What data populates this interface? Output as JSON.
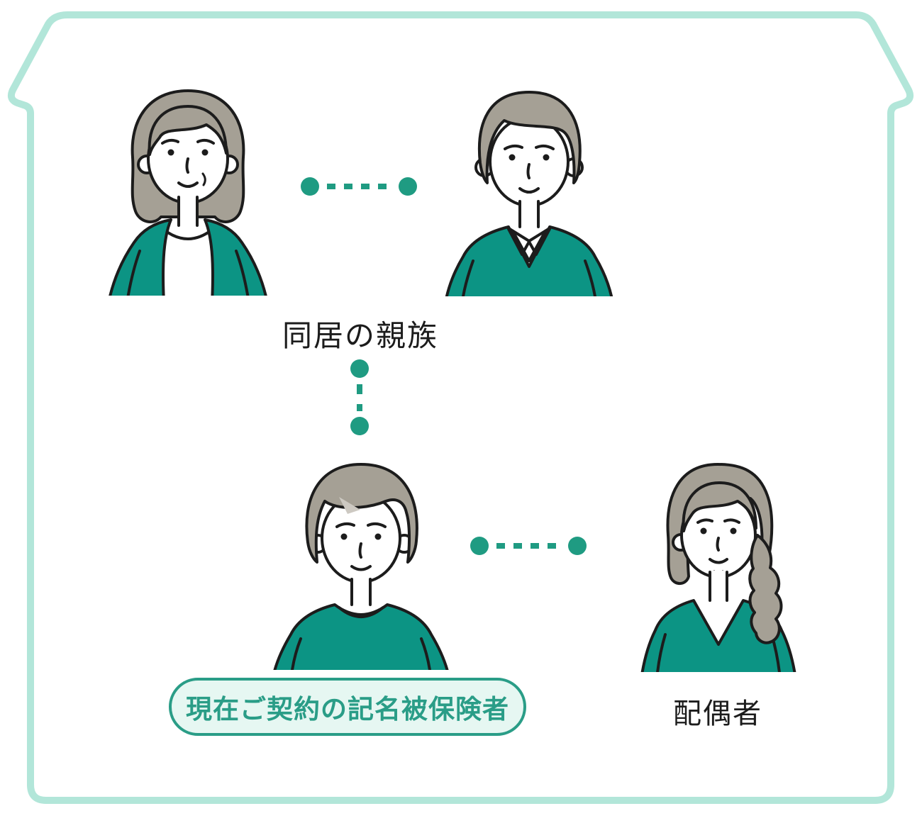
{
  "illustration": {
    "household_label": "同居の親族",
    "insured_label": "現在ご契約の記名被保険者",
    "spouse_label": "配偶者",
    "colors": {
      "house_outline": "#b2e6d9",
      "connector_teal": "#1f9b82",
      "clothing_teal": "#0c9484",
      "hair_gray": "#a5a095",
      "line_black": "#1c1c1c",
      "badge_background": "#e6f7f2",
      "badge_border_and_text": "#2a9d87",
      "label_text": "#1c1c1c"
    },
    "figures": [
      {
        "icon": "elderly-woman-illustration",
        "position": "top-left",
        "group": "同居の親族"
      },
      {
        "icon": "elderly-man-illustration",
        "position": "top-right",
        "group": "同居の親族"
      },
      {
        "icon": "young-man-illustration",
        "position": "bottom-left",
        "group": "現在ご契約の記名被保険者"
      },
      {
        "icon": "young-woman-illustration",
        "position": "bottom-right",
        "group": "配偶者"
      }
    ]
  }
}
